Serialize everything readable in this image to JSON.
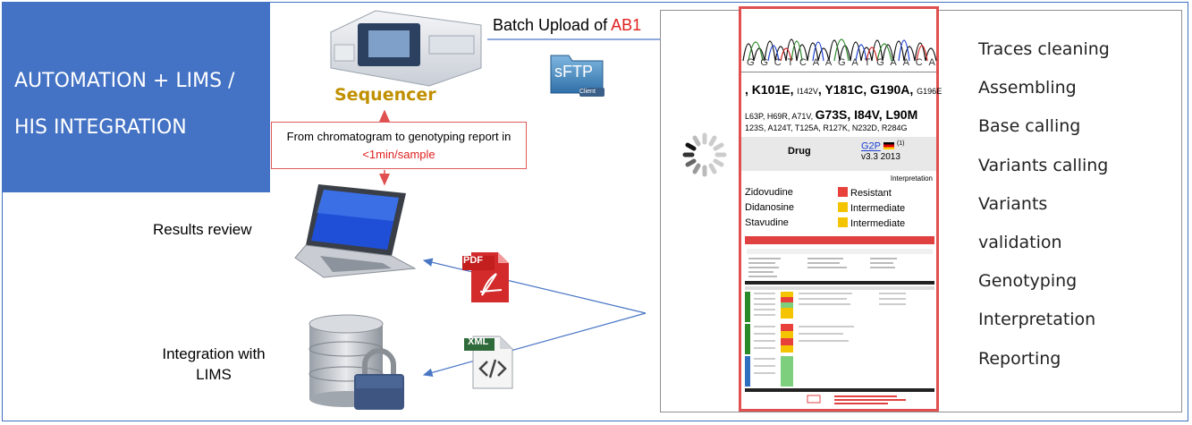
{
  "title": {
    "line1": "AUTOMATION + LIMS /",
    "line2": "HIS INTEGRATION"
  },
  "sequencer_label": "Sequencer",
  "callout": {
    "text_main": "From chromatogram to genotyping report in ",
    "text_highlight": "<1min/sample"
  },
  "batch_upload": {
    "text": "Batch Upload of ",
    "highlight": "AB1"
  },
  "sftp": {
    "label": "sFTP",
    "sub": "Client"
  },
  "results_review": "Results review",
  "integration": {
    "line1": "Integration with",
    "line2": "LIMS"
  },
  "pdf_label": "PDF",
  "xml_label": "XML",
  "report": {
    "bases": [
      "G",
      "G",
      "C",
      "T",
      "C",
      "A",
      "A",
      "G",
      "A",
      "T",
      "G",
      "A",
      "A",
      "C",
      "A"
    ],
    "mut_line1": {
      "pre": ", ",
      "a": "K101E",
      "b": "I142V",
      "c": "Y181C",
      "d": "G190A",
      "e": "G196E"
    },
    "mut_line2": {
      "pre": "L63P, H69R, A71V, ",
      "a": "G73S",
      "b": "I84V",
      "c": "L90M"
    },
    "mut_line3": "123S, A124T, T125A, R127K, N232D, R284G",
    "drug_header": "Drug",
    "g2p_link": "G2P",
    "g2p_sup": "(1)",
    "g2p_version": "v3.3 2013",
    "interpretation_header": "Interpretation",
    "drugs": [
      {
        "name": "Zidovudine",
        "result": "Resistant",
        "color": "#e8413c"
      },
      {
        "name": "Didanosine",
        "result": "Intermediate",
        "color": "#f5c400"
      },
      {
        "name": "Stavudine",
        "result": "Intermediate",
        "color": "#f5c400"
      }
    ]
  },
  "steps": [
    "Traces cleaning",
    "Assembling",
    "Base calling",
    "Variants calling",
    "Variants",
    "validation",
    "Genotyping",
    "Interpretation",
    "Reporting"
  ],
  "colors": {
    "title_bg": "#4472c4",
    "accent_red": "#e02020",
    "gold": "#c09000",
    "arrow_blue": "#4a76c6"
  }
}
